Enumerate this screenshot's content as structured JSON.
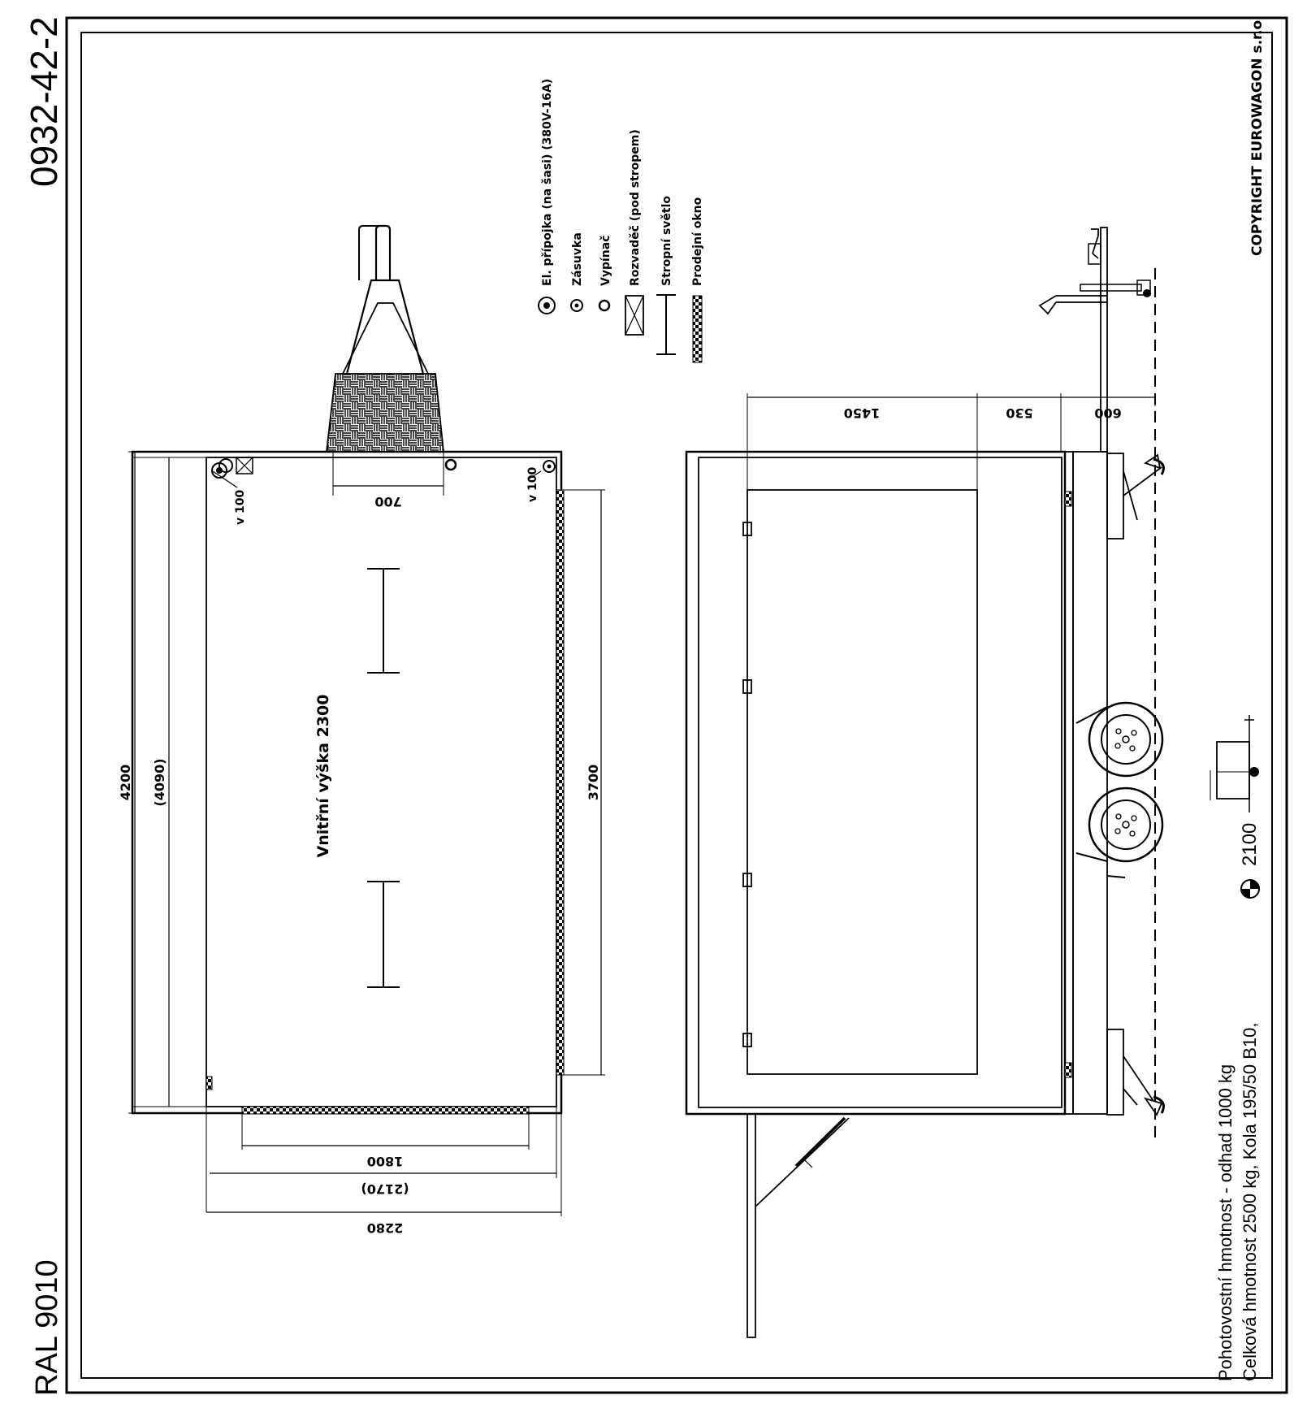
{
  "drawing_number": "0932-42-2",
  "ral_color": "RAL 9010",
  "copyright": "COPYRIGHT EUROWAGON s.r.o",
  "inner_height_label": "Vnitřní výška 2300",
  "legend": [
    {
      "icon": "power-connector-icon",
      "label": "El. přípojka (na šasi) (380V-16A)"
    },
    {
      "icon": "socket-icon",
      "label": "Zásuvka"
    },
    {
      "icon": "switch-icon",
      "label": "Vypínač"
    },
    {
      "icon": "switchboard-icon",
      "label": "Rozvaděč (pod stropem)"
    },
    {
      "icon": "ceiling-light-icon",
      "label": "Stropní světlo"
    },
    {
      "icon": "sales-window-icon",
      "label": "Prodejní okno"
    }
  ],
  "dimensions": {
    "length_outer": "4200",
    "length_inner": "(4090)",
    "width_outer": "2280",
    "width_inner": "(2170)",
    "rear_window": "1800",
    "side_window": "3700",
    "front_window": "700",
    "elevation_top": "v 100",
    "elevation_bottom": "v 100",
    "door_height": "1450",
    "step_530": "530",
    "step_600": "600"
  },
  "specs": {
    "curb_weight": "Pohotovostní hmotnost - odhad 1000 kg",
    "gross_weight": "Celková hmotnost 2500 kg,  Kola 195/50 B10,",
    "cg_height": "2100"
  },
  "colors": {
    "line": "#000000",
    "background": "#ffffff"
  }
}
